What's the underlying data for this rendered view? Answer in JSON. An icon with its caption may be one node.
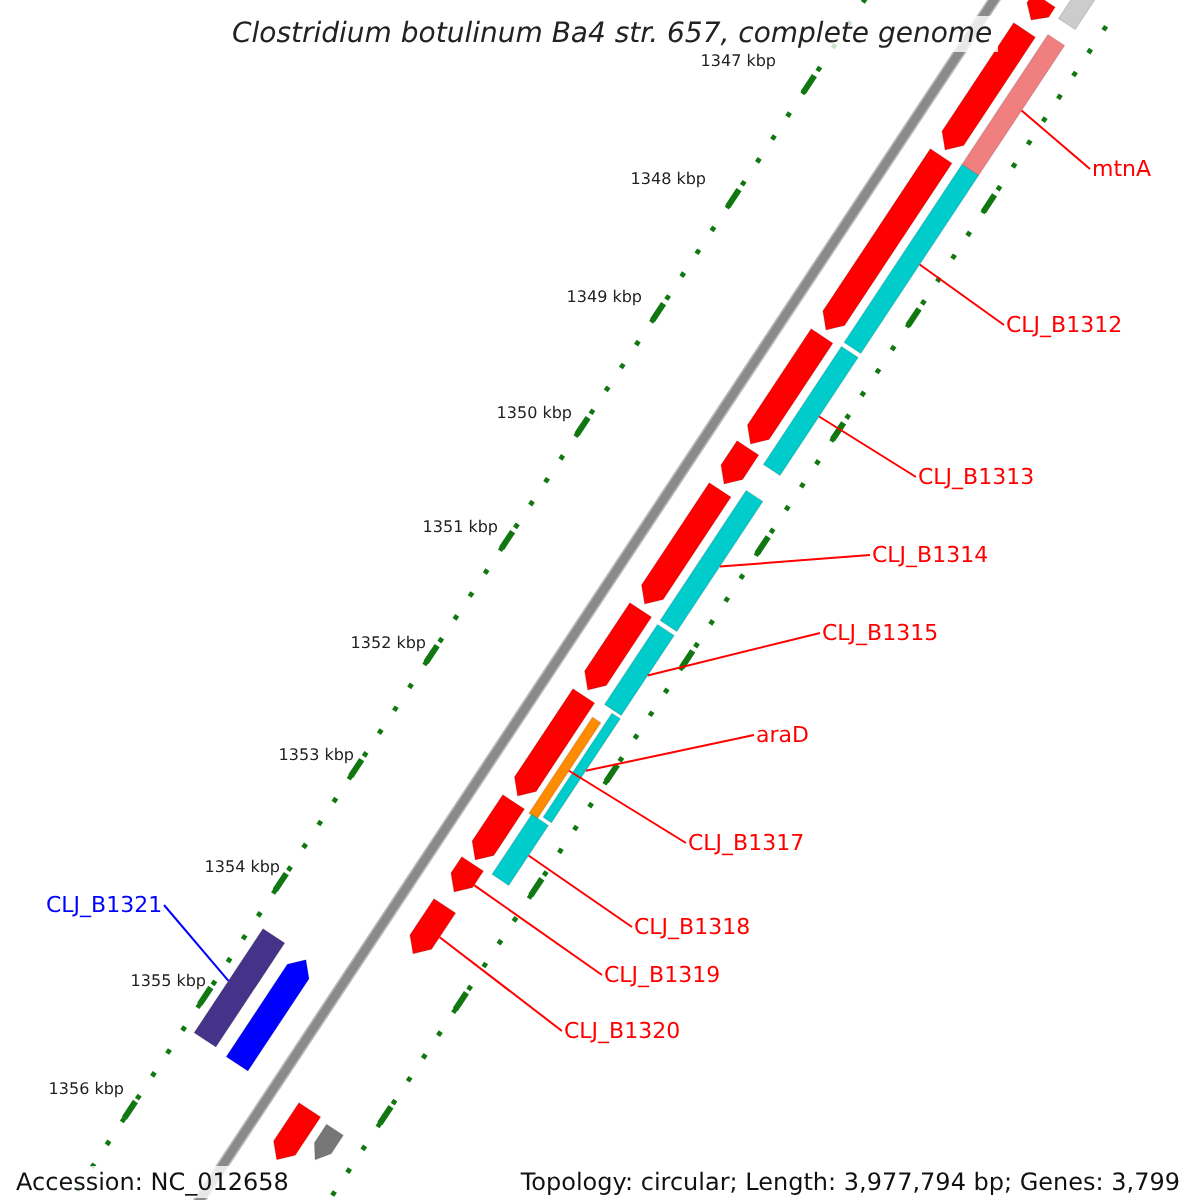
{
  "diagram": {
    "title": "Clostridium botulinum Ba4 str. 657, complete genome",
    "nodes": [
      {
        "text": [
          "mtnA"
        ]
      },
      {
        "text": [
          "CLJ_B1312"
        ]
      },
      {
        "text": [
          "CLJ_B1313"
        ]
      },
      {
        "text": [
          "CLJ_B1314"
        ]
      },
      {
        "text": [
          "CLJ_B1315"
        ]
      },
      {
        "text": [
          "araD"
        ]
      },
      {
        "text": [
          "CLJ_B1317"
        ]
      },
      {
        "text": [
          "CLJ_B1318"
        ]
      },
      {
        "text": [
          "CLJ_B1319"
        ]
      },
      {
        "text": [
          "CLJ_B1320"
        ]
      },
      {
        "text": [
          "CLJ_B1321"
        ]
      },
      {
        "text": [],
        "shape": "bar"
      },
      {
        "text": [],
        "shape": "bar"
      },
      {
        "text": [],
        "shape": "bar"
      },
      {
        "text": [],
        "shape": "bar"
      },
      {
        "text": [],
        "shape": "bar"
      },
      {
        "text": [],
        "shape": "bar"
      },
      {
        "text": [],
        "shape": "bar"
      },
      {
        "text": [],
        "shape": "bar"
      },
      {
        "text": [],
        "shape": "bar"
      },
      {
        "text": [],
        "shape": "bar"
      },
      {
        "text": [],
        "shape": "bar"
      },
      {
        "text": [],
        "shape": "bar"
      },
      {
        "text": [],
        "shape": "bar"
      },
      {
        "text": [],
        "shape": "bar"
      },
      {
        "text": [],
        "shape": "bar"
      },
      {
        "text": [],
        "shape": "bar"
      },
      {
        "text": [],
        "shape": "bar"
      },
      {
        "text": [],
        "shape": "bar"
      },
      {
        "text": [],
        "shape": "bar"
      },
      {
        "text": [],
        "shape": "bar"
      },
      {
        "text": [],
        "shape": "bar"
      },
      {
        "text": [],
        "shape": "bar"
      },
      {
        "text": [],
        "shape": "bar"
      },
      {
        "text": [],
        "shape": "bar"
      }
    ],
    "edges": [
      {
        "from": 0,
        "to": 14,
        "arrow": "none"
      },
      {
        "from": 1,
        "to": 16,
        "arrow": "none"
      },
      {
        "from": 2,
        "to": 18,
        "arrow": "none"
      },
      {
        "from": 3,
        "to": 21,
        "arrow": "none"
      },
      {
        "from": 4,
        "to": 23,
        "arrow": "none"
      },
      {
        "from": 5,
        "to": 25,
        "arrow": "none"
      },
      {
        "from": 6,
        "to": 26,
        "arrow": "none"
      },
      {
        "from": 7,
        "to": 28,
        "arrow": "none"
      },
      {
        "from": 8,
        "to": 29,
        "arrow": "none"
      },
      {
        "from": 9,
        "to": 30,
        "arrow": "none"
      },
      {
        "from": 10,
        "to": 31,
        "arrow": "none",
        "color": "#0000ff"
      }
    ],
    "labels": [
      "1347 kbp",
      "1348 kbp",
      "1349 kbp",
      "1350 kbp",
      "1351 kbp",
      "1352 kbp",
      "1353 kbp",
      "1354 kbp",
      "1355 kbp",
      "1356 kbp",
      "Accession: NC_012658",
      "Topology: circular; Length: 3,977,794 bp; Genes: 3,799"
    ]
  }
}
